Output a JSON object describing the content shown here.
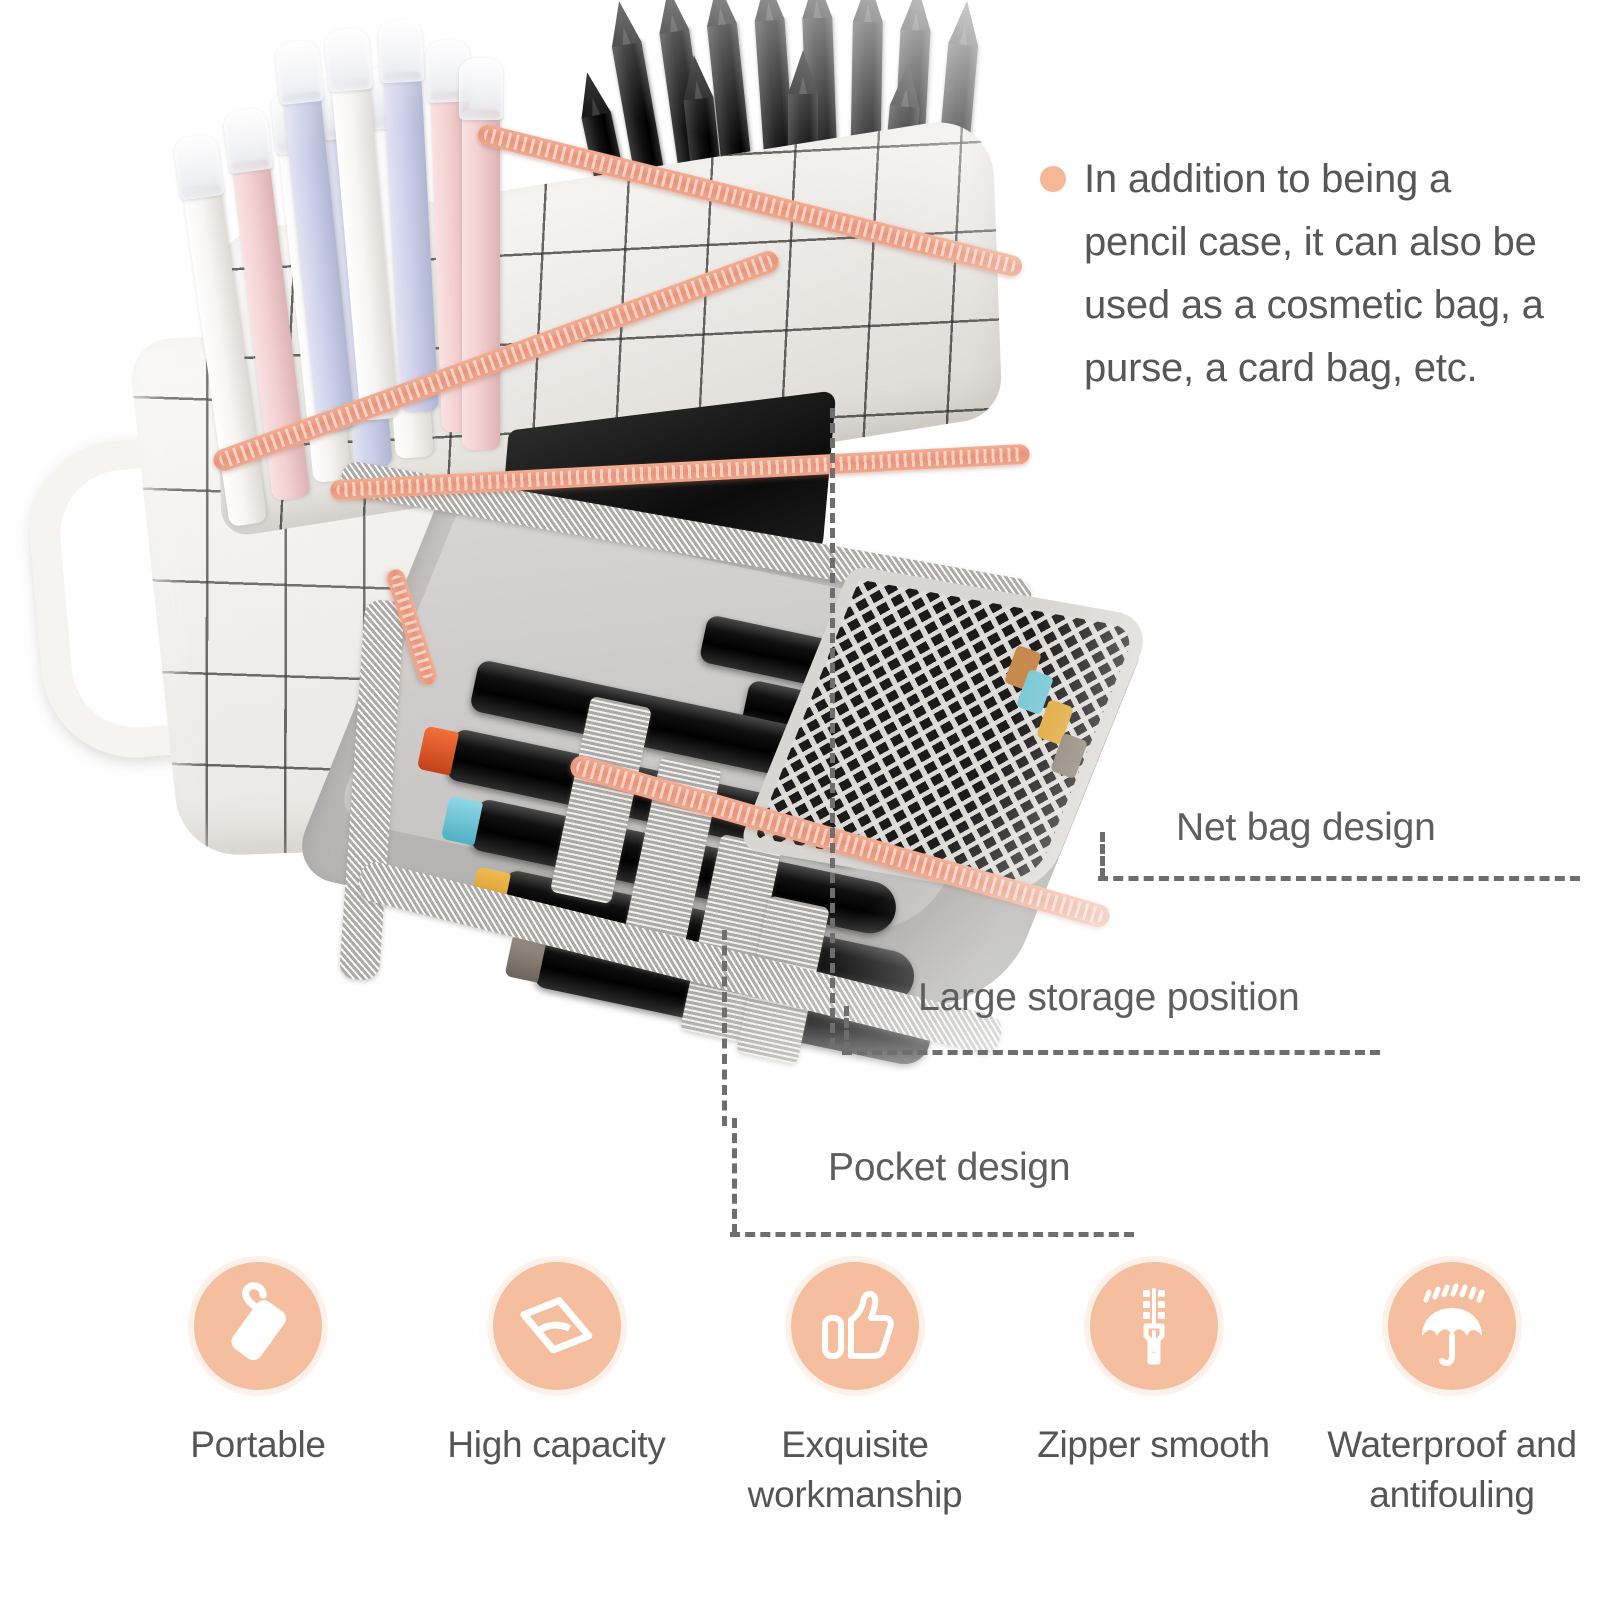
{
  "product": {
    "type": "pencil-case-infographic",
    "accent_color": "#f5be9e",
    "zipper_color": "#ef9c80",
    "text_color": "#575757",
    "dash_color": "#6e6e6e",
    "background": "#ffffff"
  },
  "description": {
    "bullet_color": "#f5b896",
    "text": "In addition to being a pencil case, it can also be used as a cosmetic bag, a purse, a card bag, etc."
  },
  "callouts": [
    {
      "id": "net-bag",
      "label": "Net bag design"
    },
    {
      "id": "large-storage",
      "label": "Large storage position"
    },
    {
      "id": "pocket",
      "label": "Pocket design"
    }
  ],
  "features": [
    {
      "id": "portable",
      "icon": "pouch-icon",
      "label": "Portable"
    },
    {
      "id": "capacity",
      "icon": "open-bag-icon",
      "label": "High\ncapacity"
    },
    {
      "id": "workmanship",
      "icon": "thumbs-up-icon",
      "label": "Exquisite\nworkmanship"
    },
    {
      "id": "zipper",
      "icon": "zipper-icon",
      "label": "Zipper\nsmooth"
    },
    {
      "id": "waterproof",
      "icon": "umbrella-icon",
      "label": "Waterproof\nand antifouling"
    }
  ],
  "photo": {
    "case": {
      "material": "white canvas with black grid pattern",
      "handle": "white loop handle",
      "zipper": "peach zipper"
    },
    "contents": {
      "gel_pens": [
        "white",
        "pink",
        "lavender",
        "white",
        "lavender",
        "pink",
        "white",
        "lavender",
        "pink",
        "white"
      ],
      "pencils": "sharpened black pencils",
      "markers": [
        {
          "cap_color": "#f3703a"
        },
        {
          "cap_color": "#8fd8e4"
        },
        {
          "cap_color": "#f0bb52"
        },
        {
          "cap_color": "#9b9287"
        }
      ],
      "net_pocket_caps": [
        "#c78a4e",
        "#7ec9d6",
        "#e0a93f",
        "#8b8073"
      ],
      "elastic_loops": 4
    }
  }
}
